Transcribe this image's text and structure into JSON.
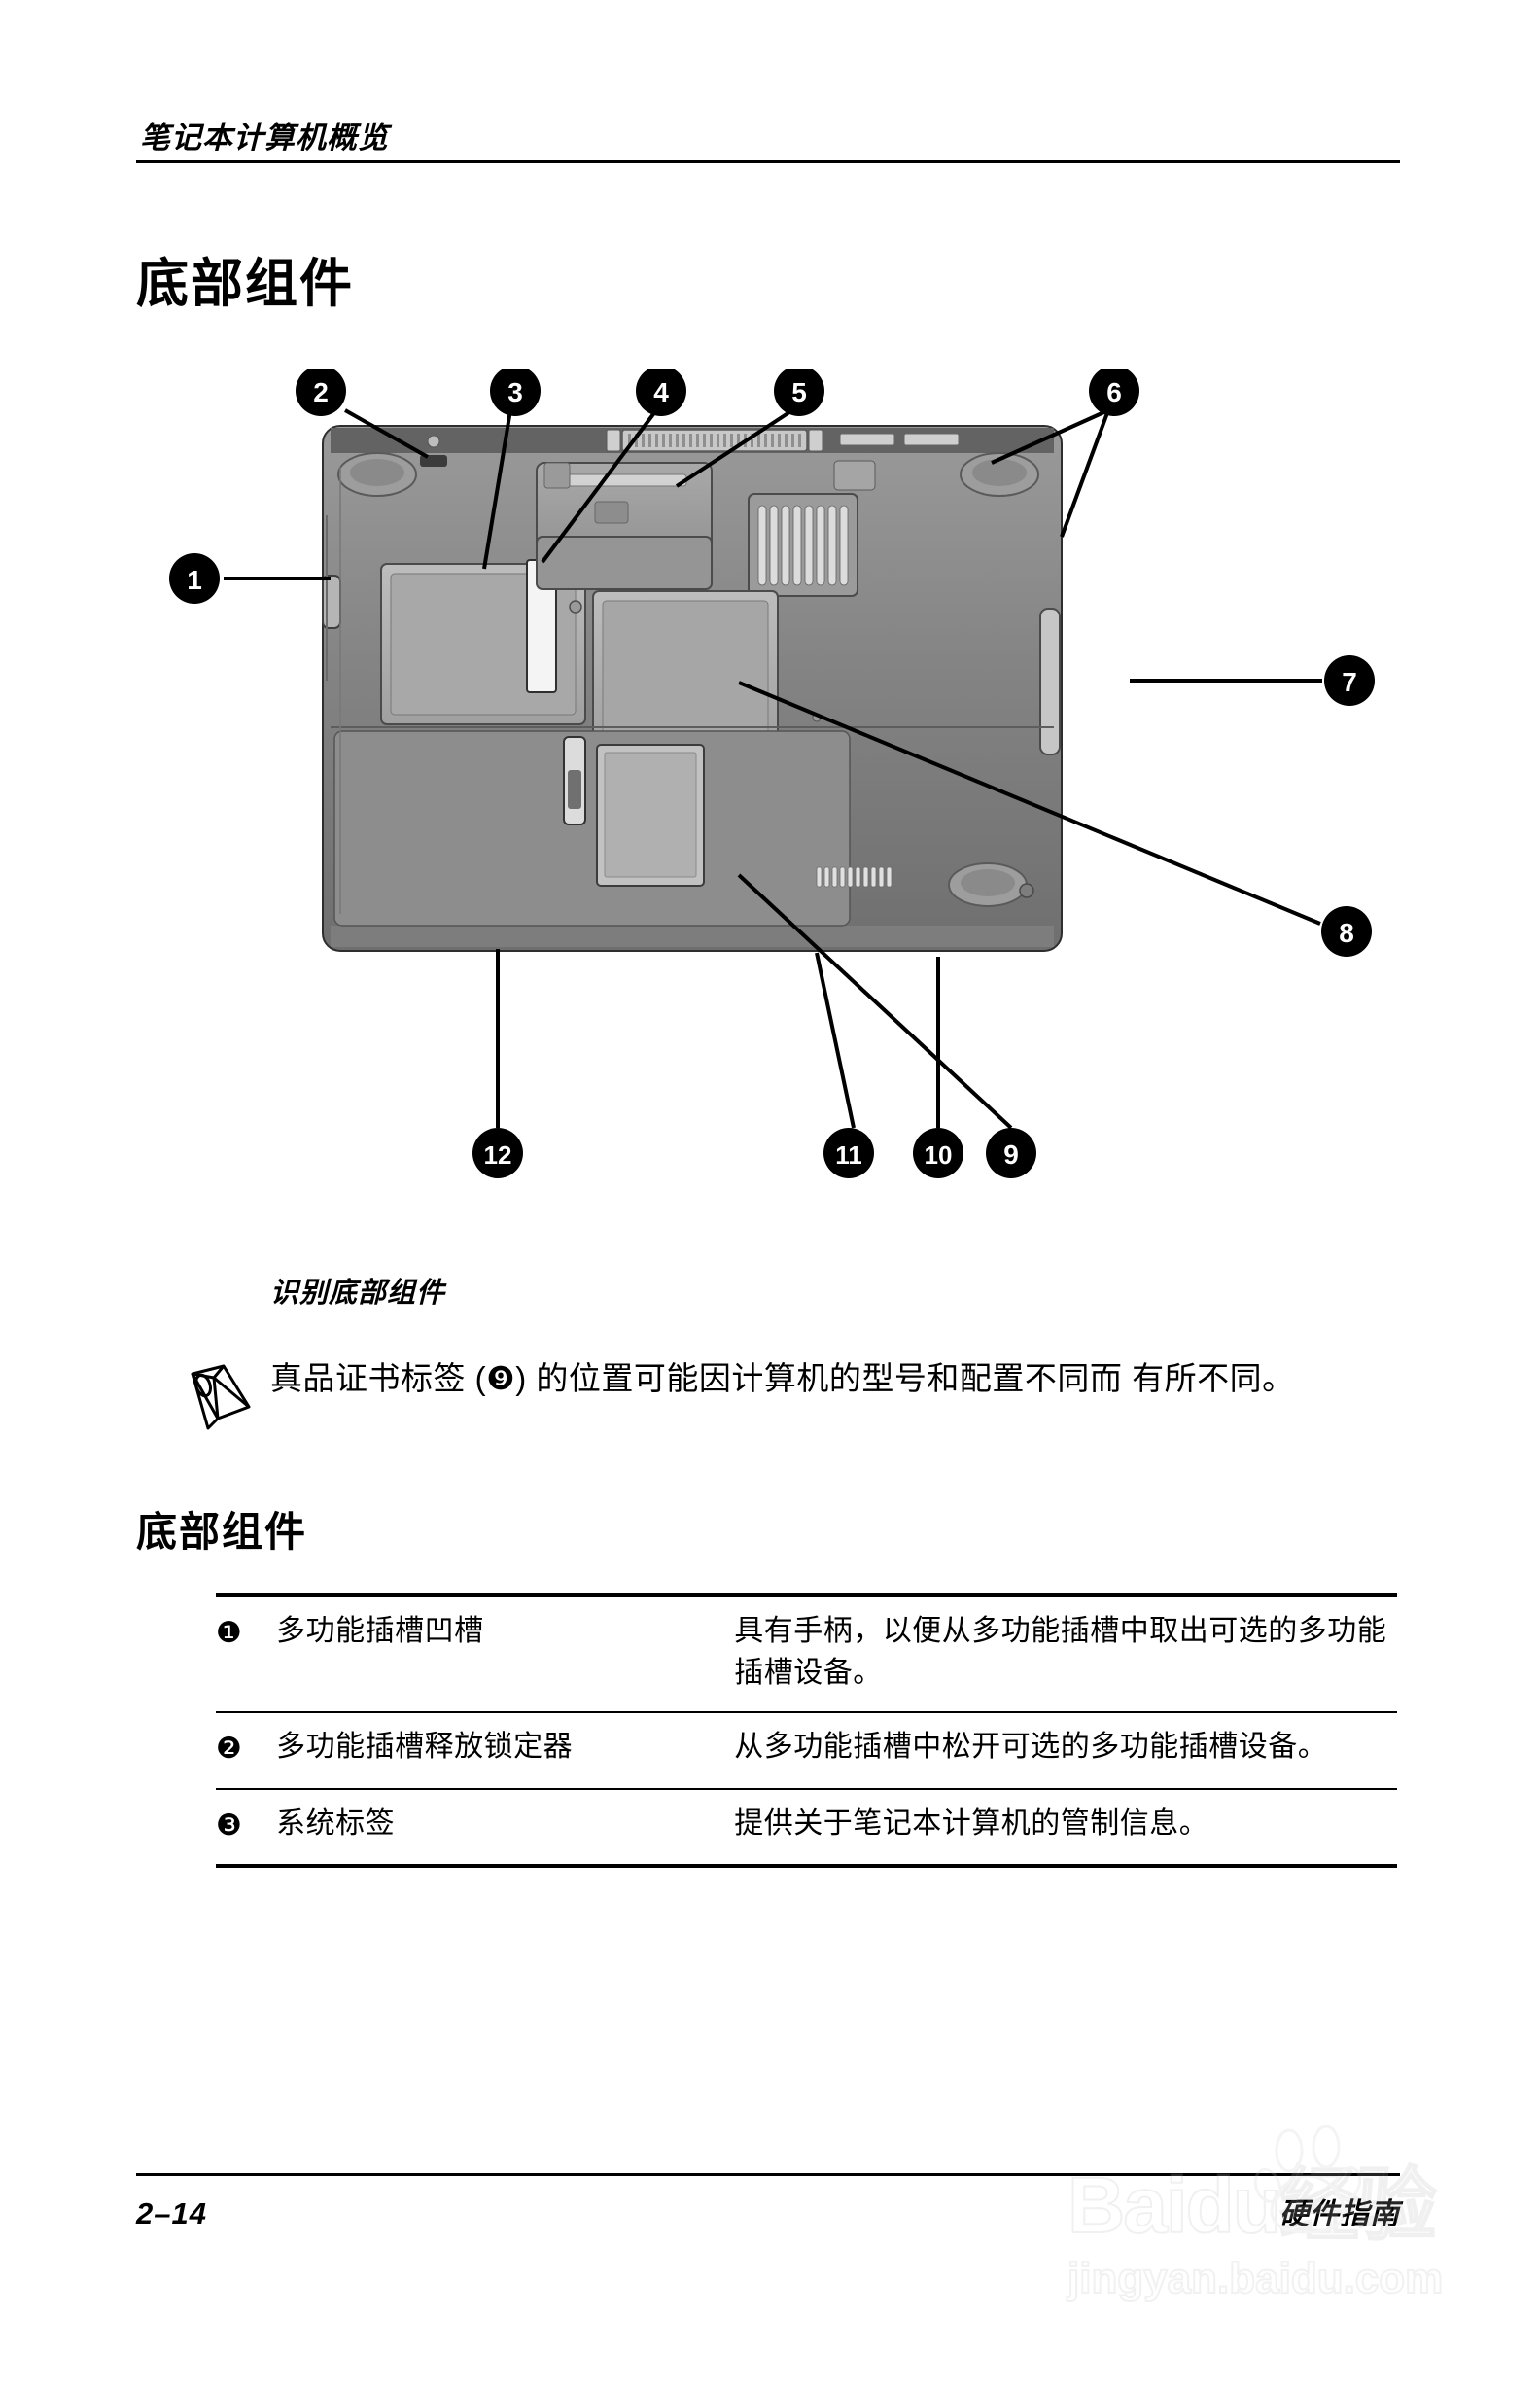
{
  "running_head": "笔记本计算机概览",
  "section_heading": "底部组件",
  "figure": {
    "caption": "识别底部组件",
    "callouts": [
      {
        "id": "1",
        "label": "1"
      },
      {
        "id": "2",
        "label": "2"
      },
      {
        "id": "3",
        "label": "3"
      },
      {
        "id": "4",
        "label": "4"
      },
      {
        "id": "5",
        "label": "5"
      },
      {
        "id": "6",
        "label": "6"
      },
      {
        "id": "7",
        "label": "7"
      },
      {
        "id": "8",
        "label": "8"
      },
      {
        "id": "9",
        "label": "9"
      },
      {
        "id": "10",
        "label": "10"
      },
      {
        "id": "11",
        "label": "11"
      },
      {
        "id": "12",
        "label": "12"
      }
    ]
  },
  "note": {
    "icon": "pencil-icon",
    "line1": "真品证书标签 (❾) 的位置可能因计算机的型号和配置不同而",
    "line2": "有所不同。"
  },
  "table": {
    "heading": "底部组件",
    "rows": [
      {
        "num": "❶",
        "name": "多功能插槽凹槽",
        "desc": "具有手柄，以便从多功能插槽中取出可选的多功能插槽设备。"
      },
      {
        "num": "❷",
        "name": "多功能插槽释放锁定器",
        "desc": "从多功能插槽中松开可选的多功能插槽设备。"
      },
      {
        "num": "❸",
        "name": "系统标签",
        "desc": "提供关于笔记本计算机的管制信息。"
      }
    ]
  },
  "footer": {
    "page_number": "2–14",
    "guide_title": "硬件指南"
  },
  "watermark": {
    "main": "Baidu经验",
    "sub": "jingyan.baidu.com"
  },
  "colors": {
    "text": "#000000",
    "rule": "#000000",
    "callout_fill": "#000000",
    "callout_text": "#ffffff",
    "chassis_dark": "#6e6e6e",
    "chassis_mid": "#8f8f8f",
    "chassis_light": "#b4b4b4",
    "chassis_edge": "#4a4a4a"
  }
}
